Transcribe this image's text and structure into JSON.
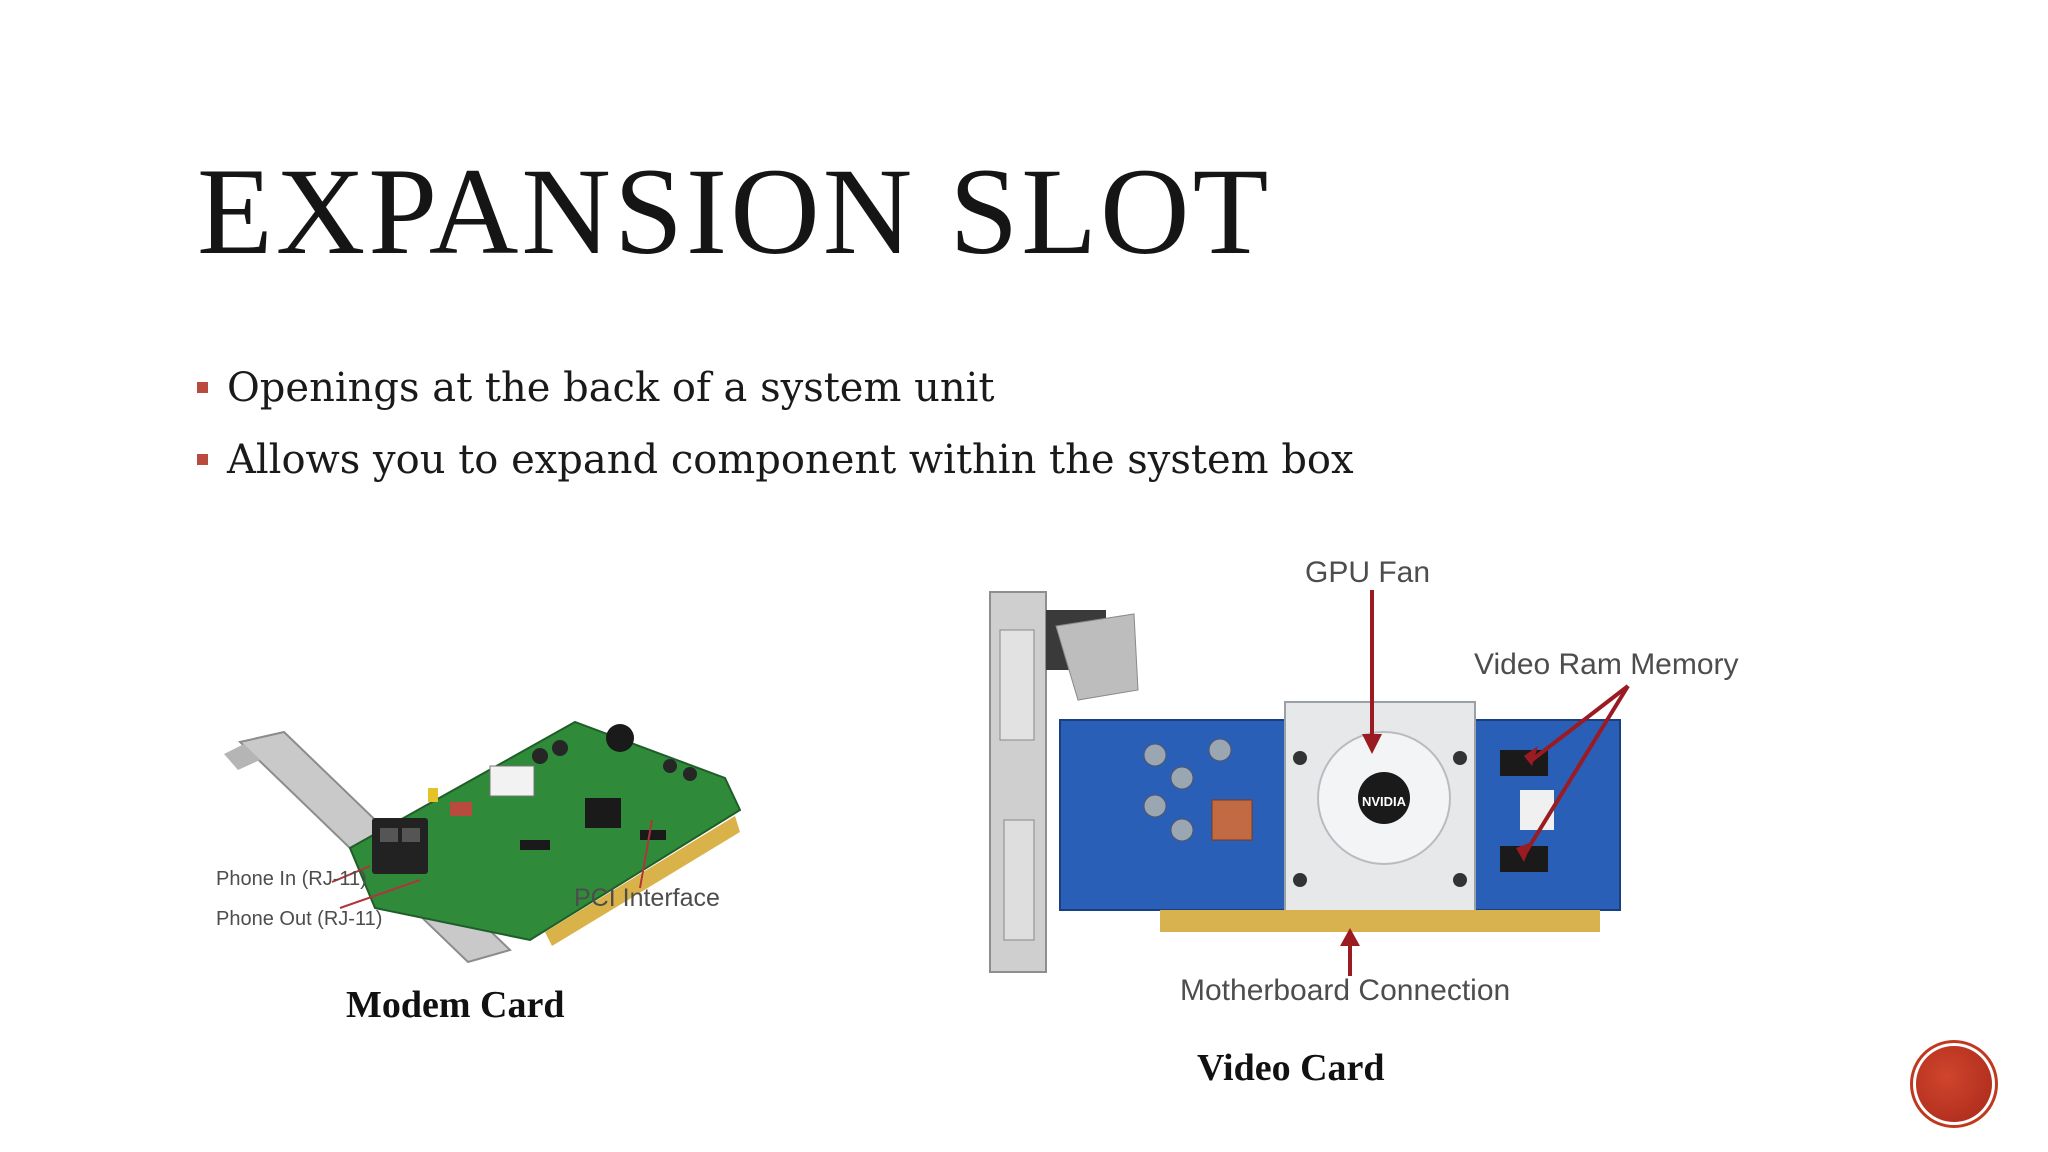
{
  "slide": {
    "title": "EXPANSION SLOT",
    "bullets": [
      "Openings at the back of a system unit",
      "Allows you to expand component within the system box"
    ]
  },
  "modem_figure": {
    "caption": "Modem Card",
    "labels": {
      "phone_in": "Phone In (RJ-11)",
      "phone_out": "Phone Out (RJ-11)",
      "pci": "PCI Interface"
    }
  },
  "video_figure": {
    "caption": "Video Card",
    "labels": {
      "gpu_fan": "GPU Fan",
      "vram": "Video Ram Memory",
      "motherboard": "Motherboard Connection",
      "brand": "NVIDIA"
    }
  },
  "colors": {
    "bullet_marker": "#b84a3e",
    "nav_button": "#c0391f",
    "arrow": "#9a1b22"
  },
  "icons": {
    "nav_button": "circle-button-icon"
  }
}
